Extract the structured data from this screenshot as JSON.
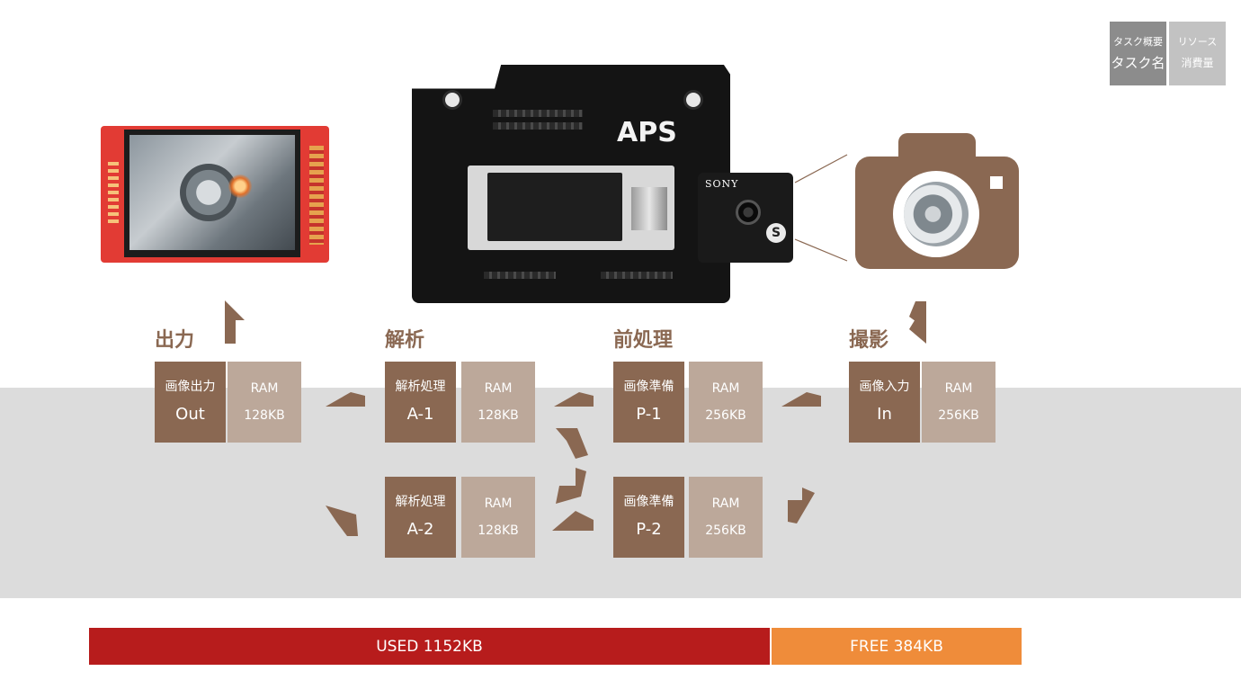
{
  "legend": {
    "task_small": "タスク概要",
    "task_big": "タスク名",
    "res_small": "リソース",
    "res_big": "消費量"
  },
  "stages": {
    "output": "出力",
    "analysis": "解析",
    "preprocess": "前処理",
    "capture": "撮影"
  },
  "tasks": {
    "out": {
      "name": "画像出力",
      "id": "Out",
      "ram_label": "RAM",
      "ram": "128KB"
    },
    "a1": {
      "name": "解析処理",
      "id": "A-1",
      "ram_label": "RAM",
      "ram": "128KB"
    },
    "p1": {
      "name": "画像準備",
      "id": "P-1",
      "ram_label": "RAM",
      "ram": "256KB"
    },
    "in": {
      "name": "画像入力",
      "id": "In",
      "ram_label": "RAM",
      "ram": "256KB"
    },
    "a2": {
      "name": "解析処理",
      "id": "A-2",
      "ram_label": "RAM",
      "ram": "128KB"
    },
    "p2": {
      "name": "画像準備",
      "id": "P-2",
      "ram_label": "RAM",
      "ram": "256KB"
    }
  },
  "memory": {
    "used_label": "USED 1152KB",
    "free_label": "FREE 384KB",
    "used_kb": 1152,
    "free_kb": 384,
    "used_color": "#b71c1c",
    "free_color": "#ef8c3a"
  },
  "hardware": {
    "board_brand": "APS",
    "camera_module_label": "SONY",
    "camera_module_logo": "S"
  },
  "colors": {
    "task": "#8a6852",
    "ram": "#bca89a",
    "band": "#dcdcdc",
    "arrow": "#8a6852"
  },
  "icons": [
    "camera-icon",
    "arrow-icon"
  ]
}
